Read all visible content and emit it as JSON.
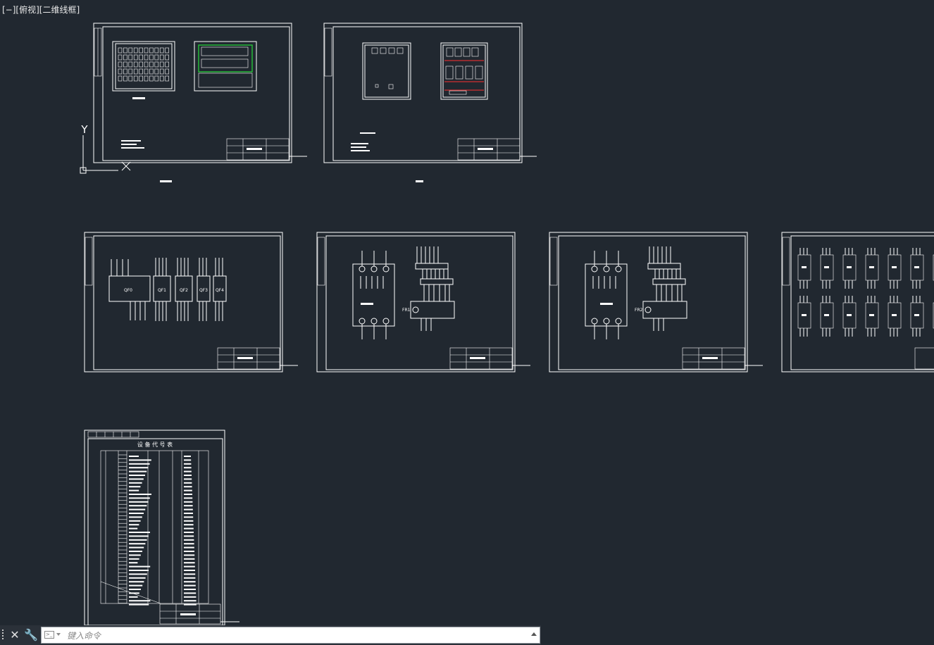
{
  "viewport": {
    "controls": "[−]",
    "view": "[俯视]",
    "style": "[二维线框]"
  },
  "table_title": "设 备 代 号 表",
  "device_labels": {
    "main_breaker": "QF0",
    "branch_1": "QF1",
    "branch_2": "QF2",
    "branch_3": "QF3",
    "branch_4": "QF4",
    "relay_1": "FR1",
    "relay_2": "FR2"
  },
  "ucs": {
    "y_axis": "Y"
  },
  "command_line": {
    "placeholder": "键入命令",
    "value": ""
  },
  "colors": {
    "background": "#212830",
    "lines": "#ffffff",
    "green_panel": "#27c23a",
    "red_wire": "#ff3030"
  },
  "icons": [
    "close-icon",
    "wrench-icon",
    "command-prompt-icon",
    "history-arrow-icon"
  ]
}
